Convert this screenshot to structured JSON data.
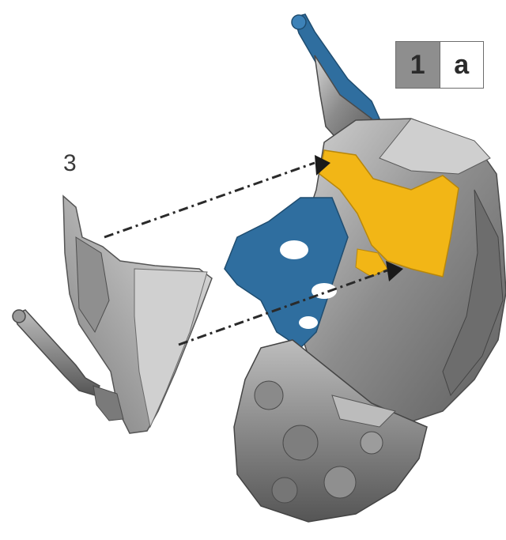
{
  "diagram": {
    "part_callout": "3",
    "badge": {
      "number": "1",
      "letter": "a"
    },
    "colors": {
      "highlight_yellow": "#f2b616",
      "highlight_blue": "#2f6e9f",
      "metal_gray": "#9a9a9a",
      "arrow": "#2a2a2a"
    },
    "icons": [
      "arrow-right-icon",
      "arrow-right-icon"
    ]
  }
}
